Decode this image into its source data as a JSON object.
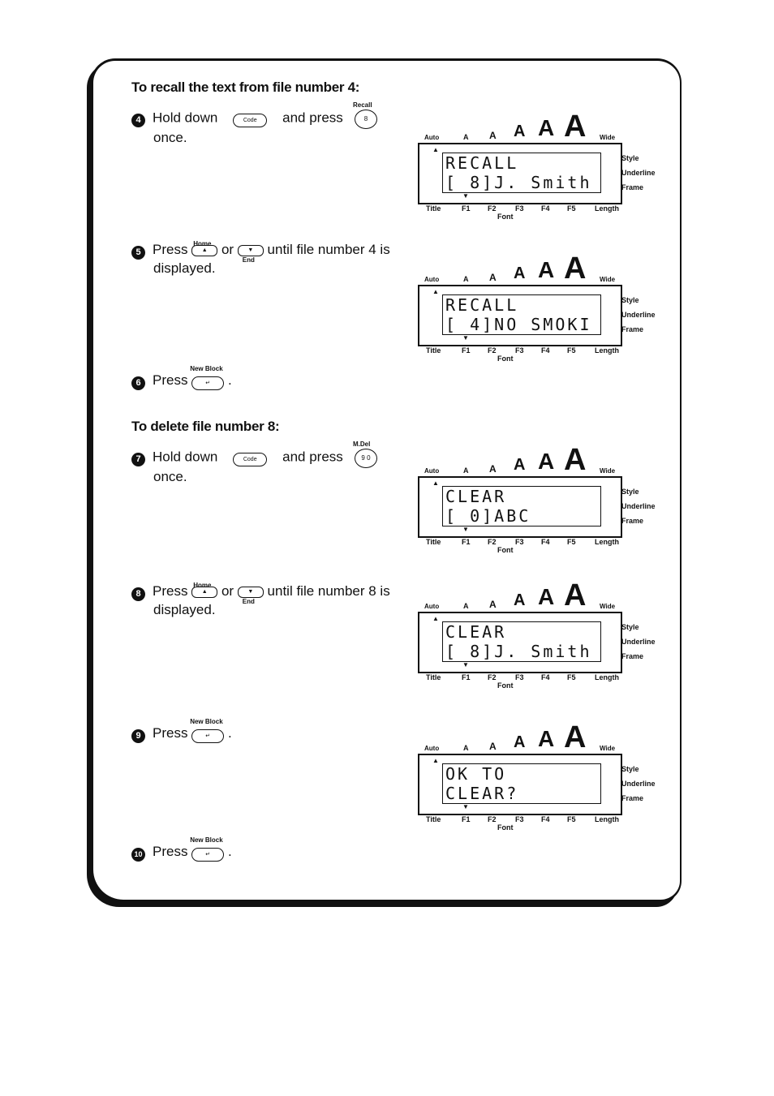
{
  "recall_heading": "To recall the text from file number 4:",
  "delete_heading": "To delete file number 8:",
  "steps": [
    {
      "num": "4",
      "text_a": "Hold down",
      "key1": "Code",
      "text_b": "and press",
      "key2_label": "Recall",
      "key2": "8",
      "text_c": "once."
    },
    {
      "num": "5",
      "text_a": "Press",
      "home": "Home",
      "or": "or",
      "end": "End",
      "text_b": "until file number 4 is",
      "text_c": "displayed."
    },
    {
      "num": "6",
      "text_a": "Press",
      "key_label": "New Block",
      "text_b": "."
    },
    {
      "num": "7",
      "text_a": "Hold down",
      "key1": "Code",
      "text_b": "and press",
      "key2_label": "M.Del",
      "key2": "9 0",
      "text_c": "once."
    },
    {
      "num": "8",
      "text_a": "Press",
      "home": "Home",
      "or": "or",
      "end": "End",
      "text_b": "until file number 8 is",
      "text_c": "displayed."
    },
    {
      "num": "9",
      "text_a": "Press",
      "key_label": "New Block",
      "text_b": "."
    },
    {
      "num": "10",
      "text_a": "Press",
      "key_label": "New Block",
      "text_b": "."
    }
  ],
  "lcd_labels": {
    "auto": "Auto",
    "a": "A",
    "wide": "Wide",
    "style": "Style",
    "underline": "Underline",
    "frame": "Frame",
    "title": "Title",
    "f1": "F1",
    "f2": "F2",
    "f3": "F3",
    "f4": "F4",
    "f5": "F5",
    "length": "Length",
    "font": "Font"
  },
  "displays": [
    {
      "line1": "RECALL",
      "line2": "[ 8]J. Smith"
    },
    {
      "line1": "RECALL",
      "line2": "[ 4]NO SMOKI"
    },
    {
      "line1": "CLEAR",
      "line2": "[ 0]ABC"
    },
    {
      "line1": "CLEAR",
      "line2": "[ 8]J. Smith"
    },
    {
      "line1": "OK TO",
      "line2": "CLEAR?"
    }
  ]
}
